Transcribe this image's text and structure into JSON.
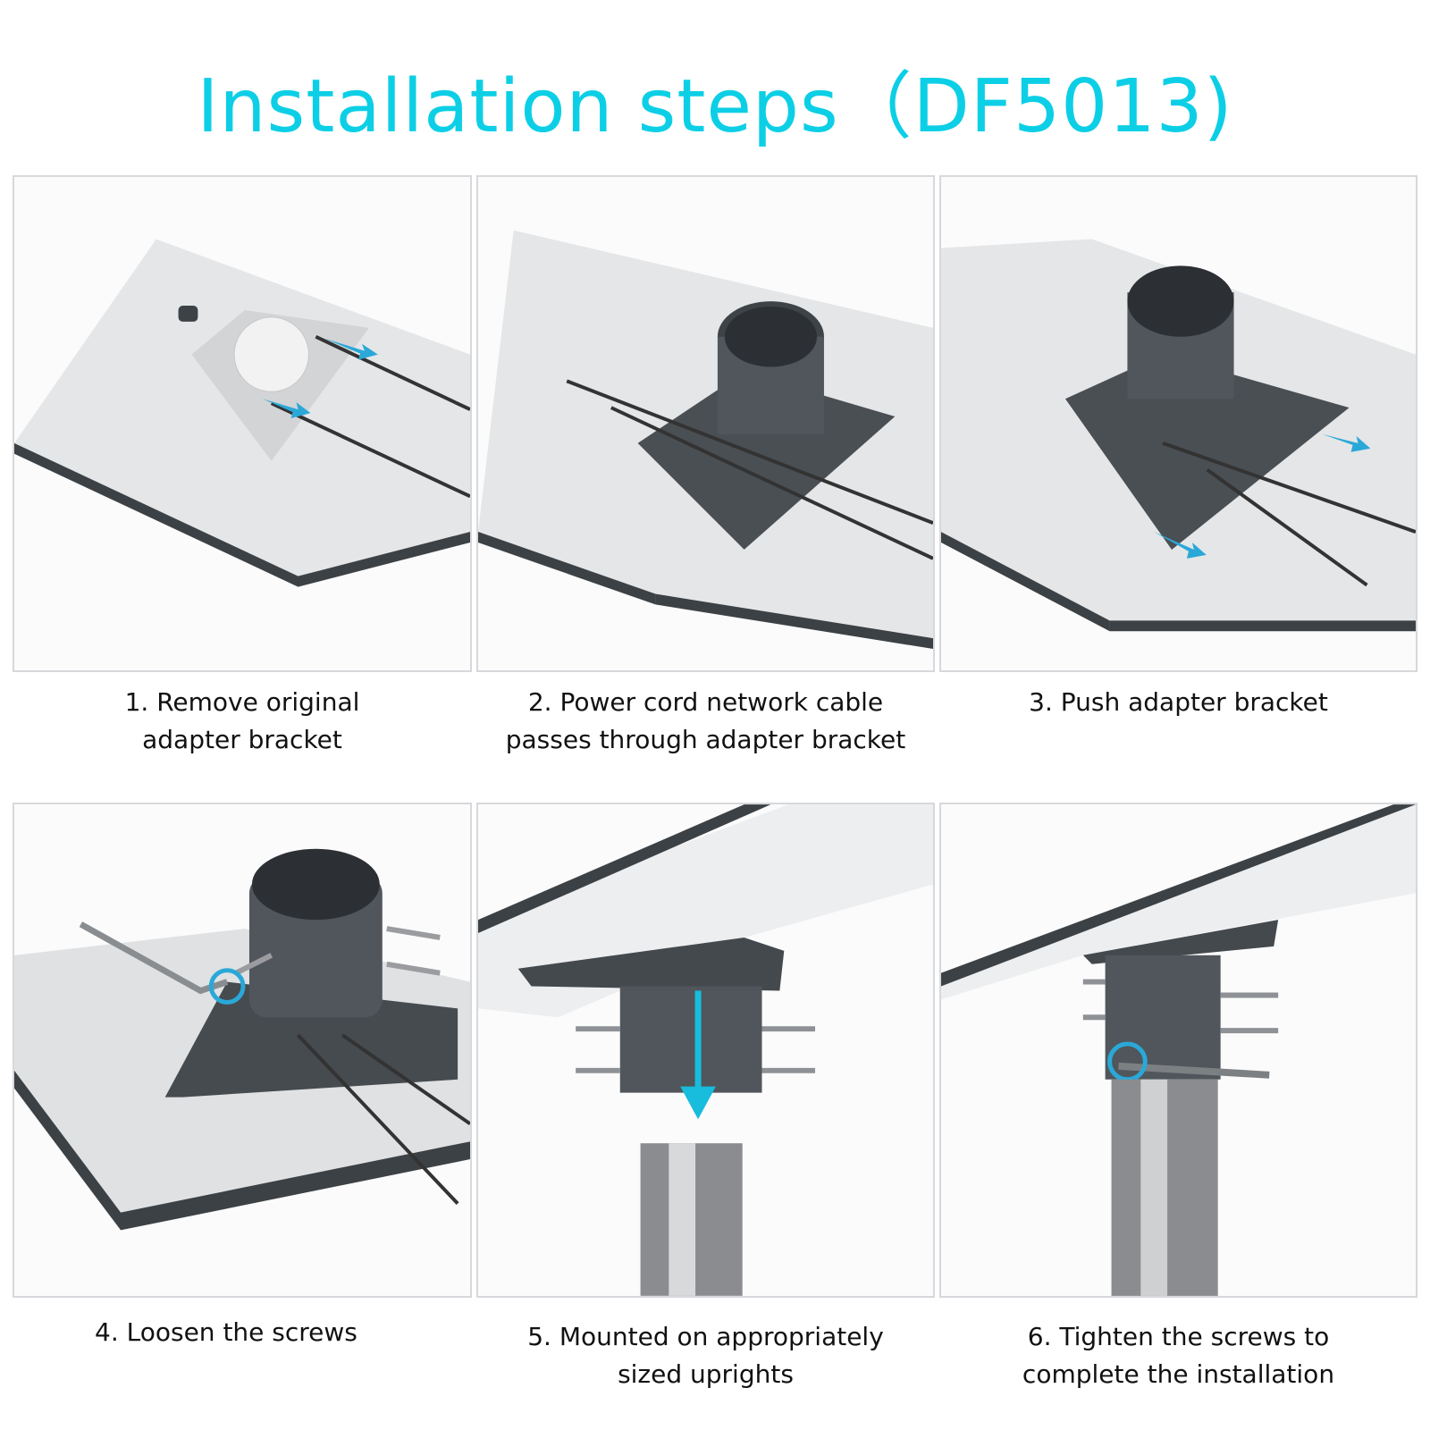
{
  "title": "Installation steps（DF5013)",
  "accent_color": "#0ccfe6",
  "steps": [
    {
      "number": 1,
      "caption": "1. Remove original adapter bracket",
      "line1": "1. Remove original",
      "line2": "adapter bracket",
      "illustration": "base-with-original-bracket"
    },
    {
      "number": 2,
      "caption": "2. Power cord network cable passes through adapter bracket",
      "line1": "2. Power cord network cable",
      "line2": "passes through adapter bracket",
      "illustration": "cables-through-adapter"
    },
    {
      "number": 3,
      "caption": "3. Push adapter bracket",
      "line1": "3. Push adapter bracket",
      "line2": "",
      "illustration": "push-adapter-bracket"
    },
    {
      "number": 4,
      "caption": "4. Loosen the screws",
      "line1": "4. Loosen the screws",
      "line2": "",
      "illustration": "loosen-screws-hex-key"
    },
    {
      "number": 5,
      "caption": "5. Mounted on appropriately sized uprights",
      "line1": "5. Mounted on appropriately",
      "line2": "sized uprights",
      "illustration": "mount-on-upright-arrow"
    },
    {
      "number": 6,
      "caption": "6. Tighten the screws to complete the installation",
      "line1": "6. Tighten the screws to",
      "line2": "complete the installation",
      "illustration": "tighten-screws-hex-key"
    }
  ]
}
